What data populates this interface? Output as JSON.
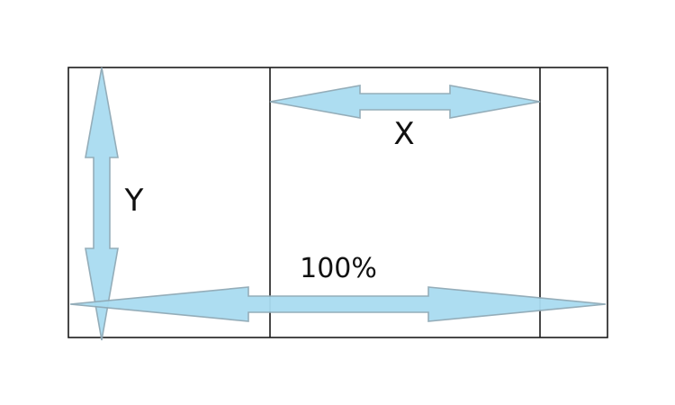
{
  "labels": {
    "x": "X",
    "y": "Y",
    "full_width": "100%"
  },
  "colors": {
    "arrow_fill": "#a9dcf1",
    "arrow_stroke": "#8fa9b6",
    "border": "#1a1a1a",
    "text": "#111111"
  },
  "icons": {
    "x_dimension": "double-arrow-horizontal-icon",
    "y_dimension": "double-arrow-vertical-icon",
    "full_width_dimension": "double-arrow-horizontal-icon"
  }
}
